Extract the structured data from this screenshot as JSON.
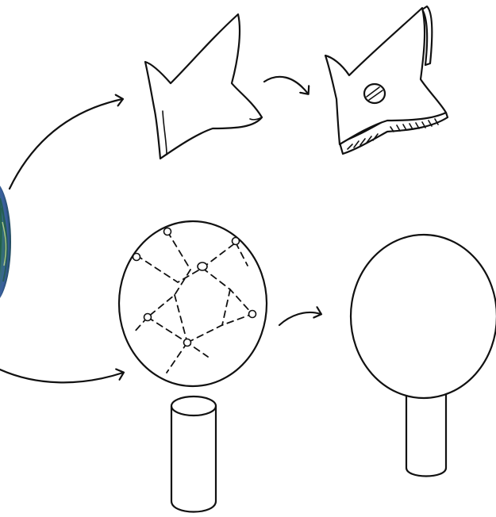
{
  "diagram": {
    "colors": {
      "ink": "#111111",
      "background": "#ffffff",
      "orb_dark": "#0d3b2a",
      "orb_mid": "#2f7a4f",
      "orb_light": "#9fc27a",
      "orb_accent": "#3a5fa0"
    },
    "nodes": [
      {
        "id": "source-orb",
        "shape": "partial-sphere",
        "style": "textured-green-blue"
      },
      {
        "id": "star-flat",
        "shape": "four-point-star",
        "style": "sketch"
      },
      {
        "id": "star-solid",
        "shape": "four-point-star",
        "style": "extruded-with-hole"
      },
      {
        "id": "circle-seams",
        "shape": "circle",
        "style": "dashed-seam-grid-with-points"
      },
      {
        "id": "circle-smooth",
        "shape": "circle",
        "style": "plain"
      },
      {
        "id": "cylinder-left",
        "shape": "cylinder",
        "style": "plain"
      },
      {
        "id": "cylinder-right",
        "shape": "cylinder",
        "style": "attached-stem"
      }
    ],
    "edges": [
      {
        "from": "source-orb",
        "to": "star-flat"
      },
      {
        "from": "star-flat",
        "to": "star-solid"
      },
      {
        "from": "source-orb",
        "to": "circle-seams"
      },
      {
        "from": "circle-seams",
        "to": "circle-smooth"
      }
    ]
  }
}
